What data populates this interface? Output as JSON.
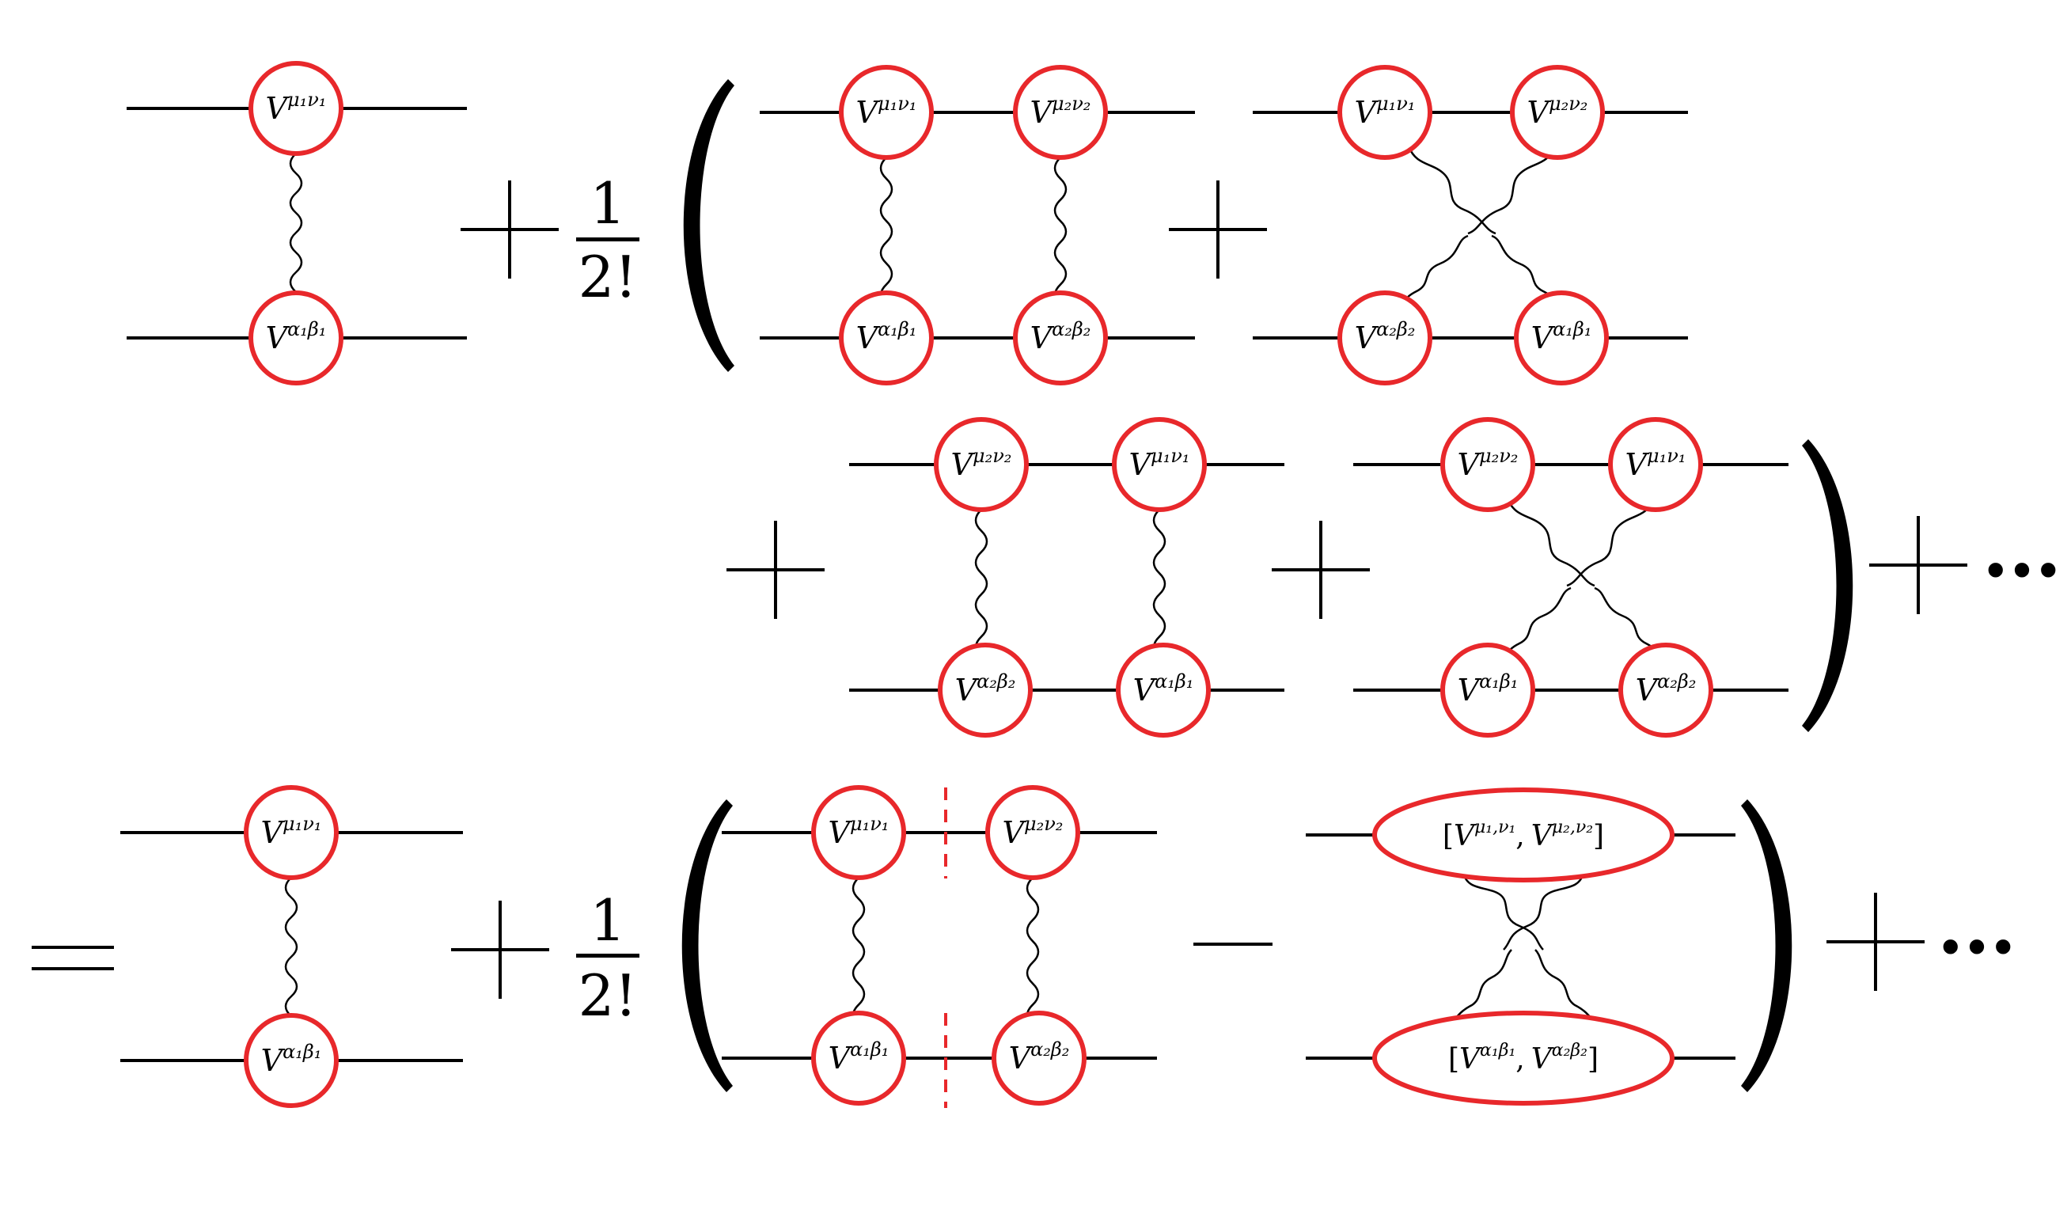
{
  "labels": {
    "v_mu1nu1": {
      "base": "V",
      "sup": "μ₁ν₁"
    },
    "v_mu2nu2": {
      "base": "V",
      "sup": "μ₂ν₂"
    },
    "v_al1be1": {
      "base": "V",
      "sup": "α₁β₁"
    },
    "v_al2be2": {
      "base": "V",
      "sup": "α₂β₂"
    },
    "comm_top": "[V^{μ₁,ν₁}, V^{μ₂,ν₂}]",
    "comm_bottom": "[V^{α₁β₁}, V^{α₂β₂}]"
  },
  "commutator_top": {
    "open": "[",
    "v1": "V",
    "s1": "μ₁,ν₁",
    "sep": ",",
    "v2": "V",
    "s2": "μ₂,ν₂",
    "close": "]"
  },
  "commutator_bottom": {
    "open": "[",
    "v1": "V",
    "s1": "α₁β₁",
    "sep": ",",
    "v2": "V",
    "s2": "α₂β₂",
    "close": "]"
  },
  "fraction": {
    "numerator": "1",
    "denominator": "2!"
  },
  "ellipsis": "•••",
  "colors": {
    "vertex_stroke": "#e8282b",
    "line": "#000000",
    "cut": "#e8282b"
  }
}
